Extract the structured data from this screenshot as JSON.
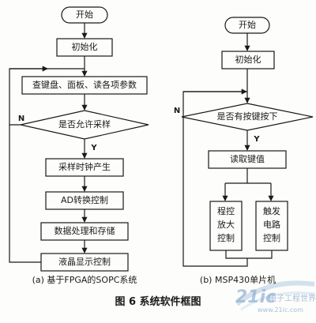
{
  "left": {
    "start": "开始",
    "init": "初始化",
    "read_params": "查键盘、面板、读各项参数",
    "allow_sampling": "是否允许采样",
    "branch_no": "N",
    "branch_yes": "Y",
    "clock_gen": "采样时钟产生",
    "ad_control": "AD转换控制",
    "data_process": "数据处理和存储",
    "lcd_control": "液晶显示控制",
    "caption": "(a) 基于FPGA的SOPC系统"
  },
  "right": {
    "start": "开始",
    "init": "初始化",
    "key_pressed": "是否有按键按下",
    "branch_no": "N",
    "branch_yes": "Y",
    "read_key": "读取键值",
    "prog_amp": [
      "程控",
      "放大",
      "控制"
    ],
    "trigger": [
      "触发",
      "电路",
      "控制"
    ],
    "caption": "(b) MSP430单片机"
  },
  "figure_title": "图 6    系统软件框图",
  "watermark": {
    "logo_text": "21ic",
    "cn_text": "电子工程世界",
    "url": "www.21ic.com"
  },
  "colors": {
    "line": "#1a1a1a",
    "watermark": "#b8cfe6",
    "watermark_dark": "#8fb0d4"
  }
}
